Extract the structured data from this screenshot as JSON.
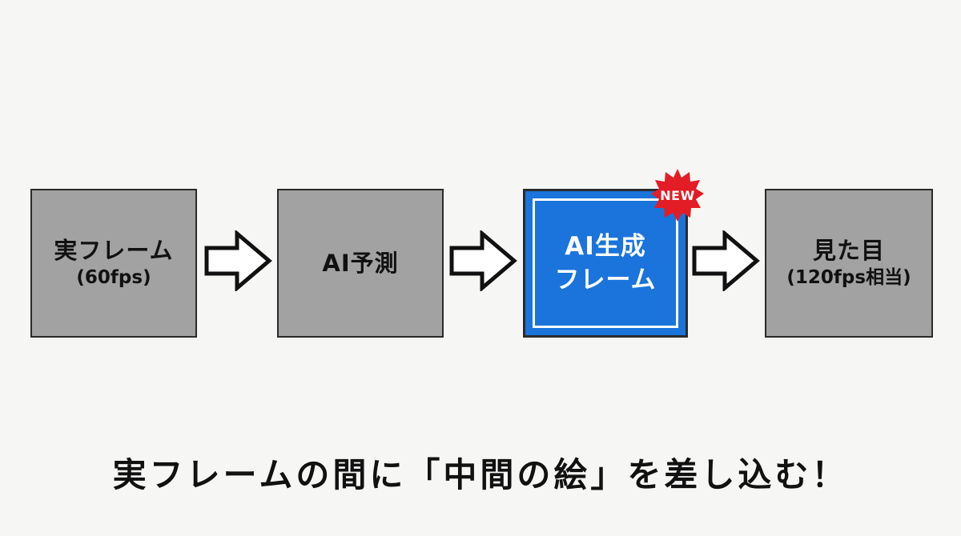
{
  "boxes": [
    {
      "line1": "実フレーム",
      "line2": "(60fps)"
    },
    {
      "line1": "AI予測"
    },
    {
      "line1": "AI生成",
      "line2": "フレーム",
      "badge": "NEW"
    },
    {
      "line1": "見た目",
      "line2": "(120fps相当)"
    }
  ],
  "caption": "実フレームの間に「中間の絵」を差し込む！",
  "colors": {
    "gray_box": "#a2a2a2",
    "blue_box": "#1a74db",
    "badge": "#e31d25",
    "background": "#f6f6f4"
  },
  "icons": [
    "right-arrow-icon",
    "new-burst-badge-icon"
  ]
}
